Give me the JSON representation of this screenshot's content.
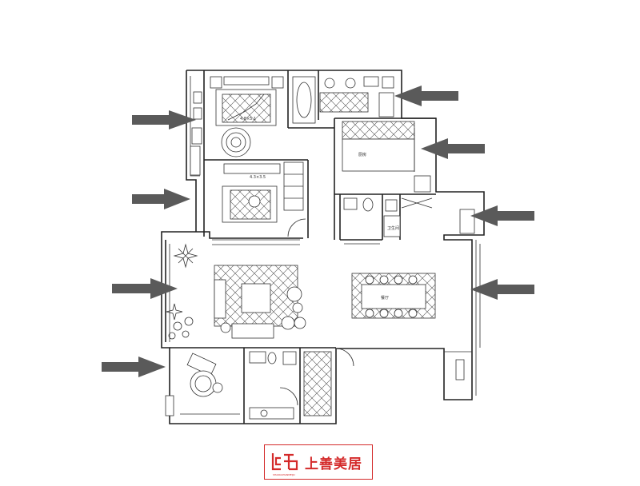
{
  "plan": {
    "labels": {
      "master_bed_size": "4.8×5.1",
      "second_bed_size": "4.3×3.5",
      "kitchen": "厨房",
      "dining": "餐厅",
      "bath_small": "卫生间"
    }
  },
  "colors": {
    "arrow": "#5a5a5a",
    "wall": "#222222",
    "brand": "#d42a2a"
  },
  "logo": {
    "text": "上善美居",
    "sub": "SHANGSHANMEIJU"
  },
  "annotations": {
    "arrow_count": 8,
    "arrow_icon": "arrow-right-icon / arrow-left-icon"
  }
}
